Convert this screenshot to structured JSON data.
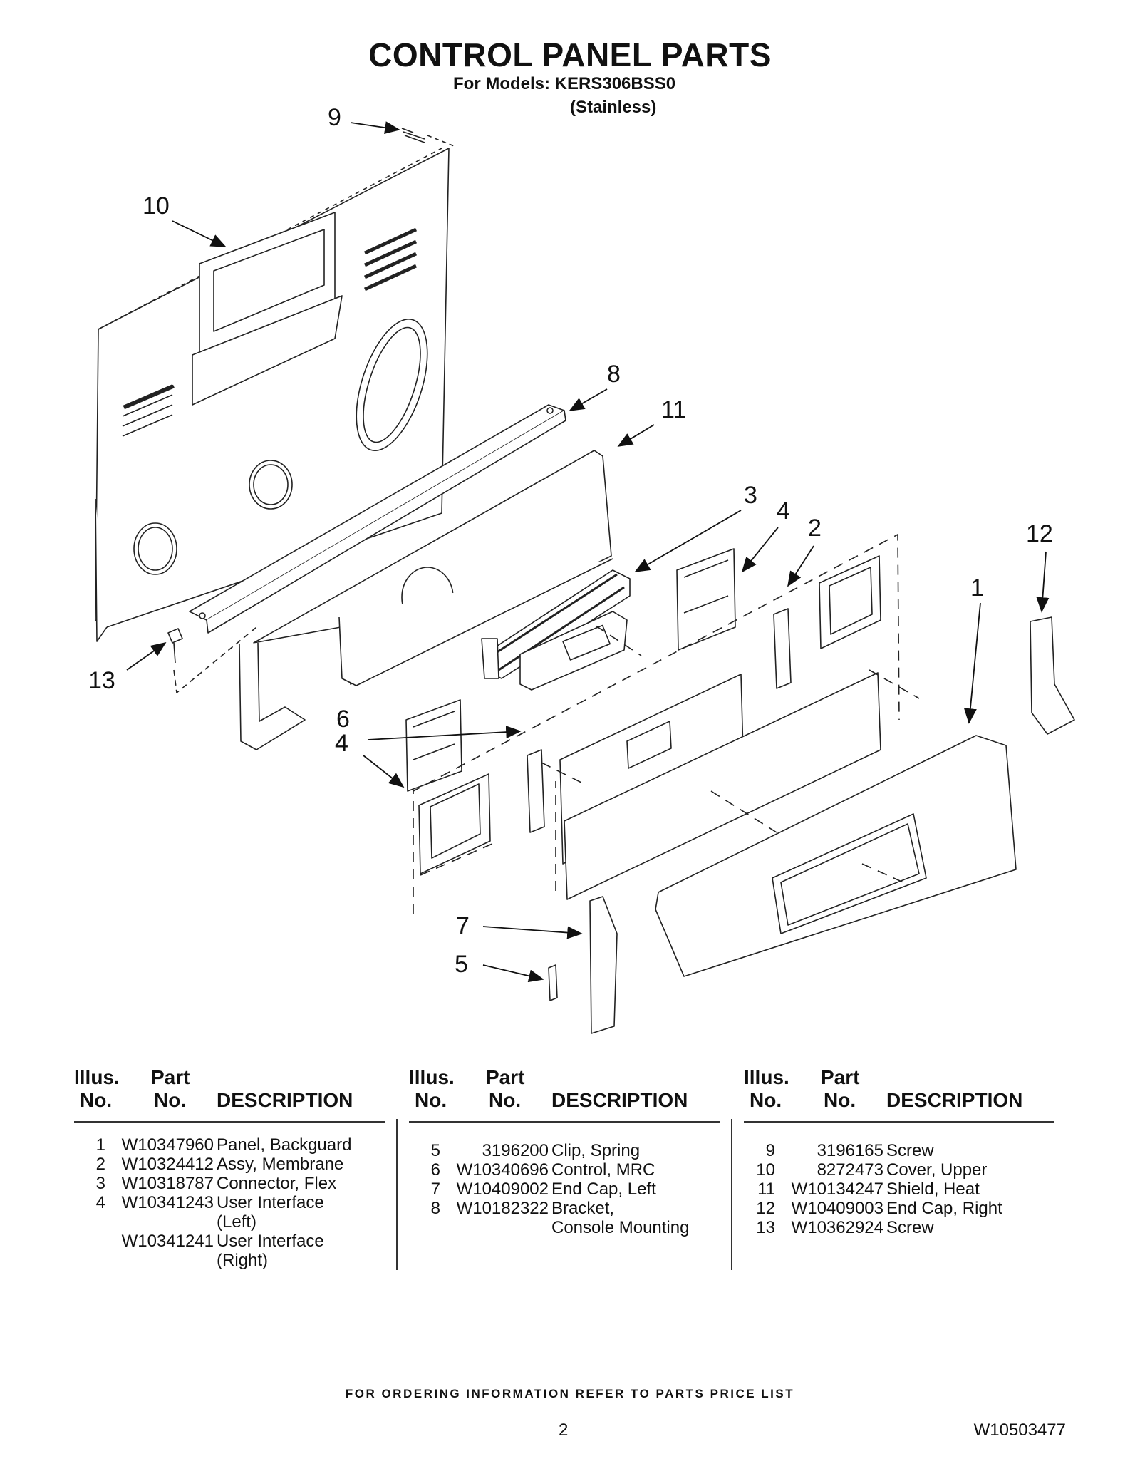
{
  "header": {
    "title": "CONTROL PANEL PARTS",
    "models": "For Models: KERS306BSS0",
    "finish": "(Stainless)"
  },
  "diagram": {
    "callouts": [
      "1",
      "2",
      "3",
      "4",
      "4",
      "5",
      "6",
      "7",
      "8",
      "9",
      "10",
      "11",
      "12",
      "13"
    ]
  },
  "parts_table": {
    "headers": {
      "illus_line1": "Illus.",
      "illus_line2": "No.",
      "part_line1": "Part",
      "part_line2": "No.",
      "description": "DESCRIPTION"
    },
    "columns": [
      [
        {
          "illus": "1",
          "part": "W10347960",
          "desc": "Panel, Backguard"
        },
        {
          "illus": "2",
          "part": "W10324412",
          "desc": "Assy, Membrane"
        },
        {
          "illus": "3",
          "part": "W10318787",
          "desc": "Connector, Flex"
        },
        {
          "illus": "4",
          "part": "W10341243",
          "desc": "User Interface"
        },
        {
          "illus": "",
          "part": "",
          "desc": "(Left)"
        },
        {
          "illus": "",
          "part": "W10341241",
          "desc": "User Interface"
        },
        {
          "illus": "",
          "part": "",
          "desc": "(Right)"
        }
      ],
      [
        {
          "illus": "5",
          "part": "3196200",
          "desc": "Clip, Spring"
        },
        {
          "illus": "6",
          "part": "W10340696",
          "desc": "Control, MRC"
        },
        {
          "illus": "7",
          "part": "W10409002",
          "desc": "End Cap, Left"
        },
        {
          "illus": "8",
          "part": "W10182322",
          "desc": "Bracket,"
        },
        {
          "illus": "",
          "part": "",
          "desc": "Console Mounting"
        }
      ],
      [
        {
          "illus": "9",
          "part": "3196165",
          "desc": "Screw"
        },
        {
          "illus": "10",
          "part": "8272473",
          "desc": "Cover, Upper"
        },
        {
          "illus": "11",
          "part": "W10134247",
          "desc": "Shield, Heat"
        },
        {
          "illus": "12",
          "part": "W10409003",
          "desc": "End Cap, Right"
        },
        {
          "illus": "13",
          "part": "W10362924",
          "desc": "Screw"
        }
      ]
    ]
  },
  "footer": {
    "note": "FOR ORDERING INFORMATION REFER TO PARTS PRICE LIST",
    "page": "2",
    "doc_number": "W10503477"
  }
}
